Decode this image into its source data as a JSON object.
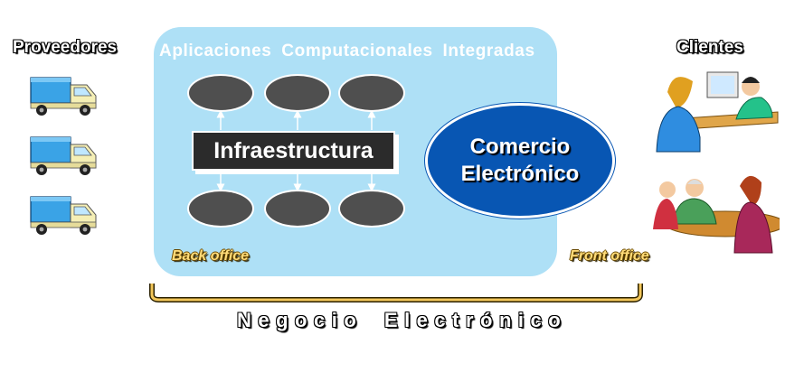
{
  "labels": {
    "proveedores": "Proveedores",
    "clientes": "Clientes",
    "apps_title": "Aplicaciones Computacionales Integradas",
    "infraestructura": "Infraestructura",
    "comercio_line1": "Comercio",
    "comercio_line2": "Electrónico",
    "back_office": "Back office",
    "front_office": "Front office",
    "negocio": "Negocio Electrónico"
  },
  "colors": {
    "panel": "#aee0f6",
    "node": "#4f4f4f",
    "infra_box": "#2b2b2b",
    "ecom": "#0856b3",
    "office_text": "#ffdc7a",
    "bracket": "#f2c65a"
  },
  "icons": [
    "truck-icon",
    "truck-icon",
    "truck-icon",
    "client-meeting-icon",
    "client-meeting-icon"
  ]
}
